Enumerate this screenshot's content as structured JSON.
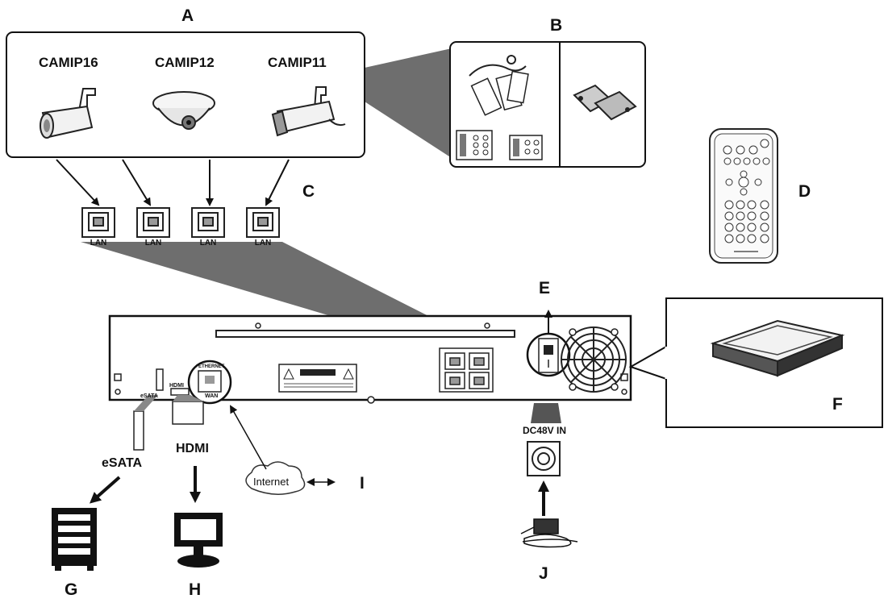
{
  "labels": {
    "a": "A",
    "b": "B",
    "c": "C",
    "d": "D",
    "e": "E",
    "f": "F",
    "g": "G",
    "h": "H",
    "i": "I",
    "j": "J"
  },
  "cameras": [
    "CAMIP16",
    "CAMIP12",
    "CAMIP11"
  ],
  "lan_ports": [
    "LAN",
    "LAN",
    "LAN",
    "LAN"
  ],
  "ports": {
    "esata": "eSATA",
    "hdmi": "HDMI",
    "dc_in": "DC48V IN",
    "internet": "Internet"
  },
  "panel_text": {
    "esata_small": "eSATA",
    "hdmi_small": "HDMI",
    "ethernet_small": "ETHERNET",
    "wan_small": "WAN"
  },
  "icons": [
    "bullet-camera-icon",
    "dome-camera-icon",
    "box-camera-icon",
    "alarm-cable-icon",
    "terminal-block-icon",
    "door-sensor-icon",
    "remote-control-icon",
    "hard-drive-icon",
    "external-drive-icon",
    "monitor-icon",
    "power-adapter-icon",
    "cloud-icon"
  ]
}
